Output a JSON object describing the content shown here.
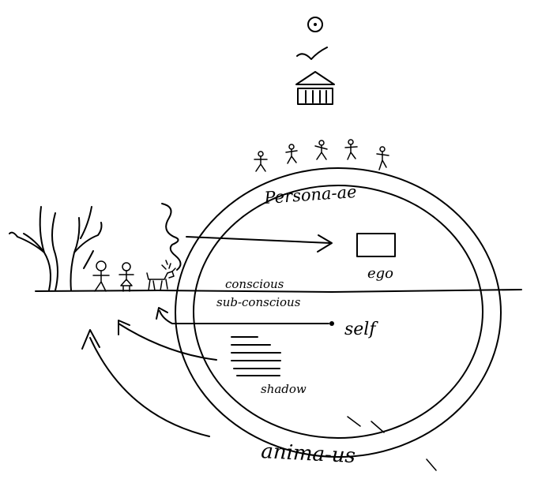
{
  "labels": {
    "persona": "Persona-ae",
    "ego": "ego",
    "conscious": "conscious",
    "subconscious": "sub-conscious",
    "self": "self",
    "shadow": "shadow",
    "anima": "anima-us"
  },
  "icons": {
    "sun": "sun-icon",
    "bird": "bird-icon",
    "temple": "temple-icon",
    "people": "stick-figure-icon",
    "tree": "tree-icon",
    "dog": "dog-icon"
  },
  "colors": {
    "ink": "#000000",
    "paper": "#ffffff"
  }
}
